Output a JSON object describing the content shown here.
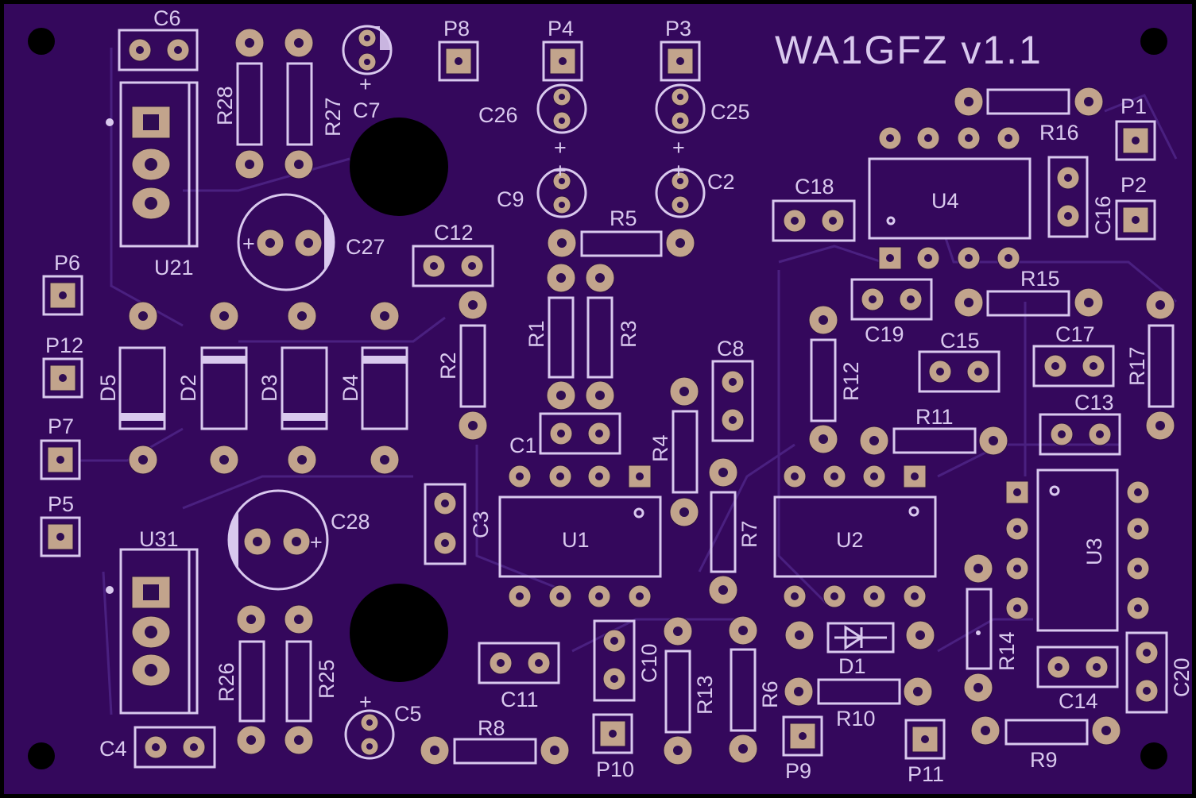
{
  "board": {
    "title": "WA1GFZ v1.1",
    "colors": {
      "soldermask": "#34085c",
      "silkscreen": "#d9c9ee",
      "pad": "#c2a48c"
    }
  },
  "labels": {
    "C6": "C6",
    "R28": "R28",
    "R27": "R27",
    "C7": "C7",
    "P8": "P8",
    "P4": "P4",
    "P3": "P3",
    "C26": "C26",
    "C25": "C25",
    "C9": "C9",
    "C2": "C2",
    "R16": "R16",
    "P1": "P1",
    "P2": "P2",
    "C18": "C18",
    "U4": "U4",
    "C16": "C16",
    "U21": "U21",
    "C27": "C27",
    "C12": "C12",
    "R5": "R5",
    "P6": "P6",
    "R15": "R15",
    "C19": "C19",
    "R1": "R1",
    "R3": "R3",
    "R2": "R2",
    "P12": "P12",
    "D5": "D5",
    "D2": "D2",
    "D3": "D3",
    "D4": "D4",
    "C8": "C8",
    "R12": "R12",
    "C15": "C15",
    "C17": "C17",
    "R17": "R17",
    "R11": "R11",
    "C13": "C13",
    "P7": "P7",
    "C1": "C1",
    "R4": "R4",
    "P5": "P5",
    "C3": "C3",
    "U1": "U1",
    "U2": "U2",
    "U3": "U3",
    "R7": "R7",
    "C28": "C28",
    "U31": "U31",
    "D1": "D1",
    "R14": "R14",
    "C10": "C10",
    "R13": "R13",
    "R6": "R6",
    "C11": "C11",
    "R26": "R26",
    "R25": "R25",
    "C14": "C14",
    "C20": "C20",
    "R10": "R10",
    "C5": "C5",
    "C4": "C4",
    "R8": "R8",
    "P10": "P10",
    "P9": "P9",
    "P11": "P11",
    "R9": "R9"
  }
}
